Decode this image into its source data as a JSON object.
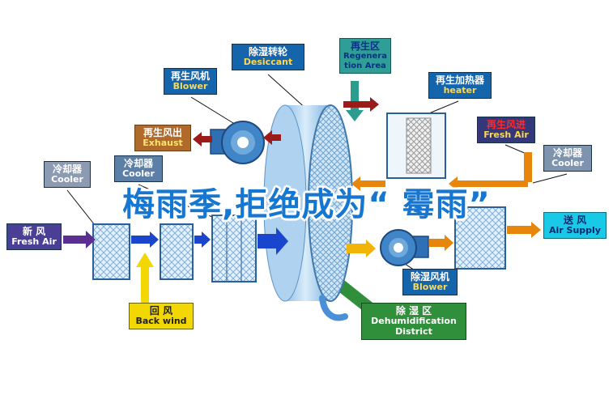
{
  "watermark": "梅雨季,拒绝成为“ 霉雨”",
  "labels": {
    "desiccant": {
      "zh": "除湿转轮",
      "en": "Desiccant"
    },
    "regen_area": {
      "zh": "再生区",
      "en": "Regeneration Area"
    },
    "regen_blower": {
      "zh": "再生风机",
      "en": "Blower"
    },
    "regen_heater": {
      "zh": "再生加热器",
      "en": "heater"
    },
    "exhaust": {
      "zh": "再生风出",
      "en": "Exhaust"
    },
    "cooler_mid_left": {
      "zh": "冷却器",
      "en": "Cooler"
    },
    "cooler_far_left": {
      "zh": "冷却器",
      "en": "Cooler"
    },
    "regen_fresh_air": {
      "zh": "再生风进",
      "en": "Fresh Air"
    },
    "cooler_right": {
      "zh": "冷却器",
      "en": "Cooler"
    },
    "fresh_air": {
      "zh": "新  风",
      "en": "Fresh Air"
    },
    "air_supply": {
      "zh": "送  风",
      "en": "Air Supply"
    },
    "back_wind": {
      "zh": "回    风",
      "en": "Back wind"
    },
    "dehumid_blower": {
      "zh": "除湿风机",
      "en": "Blower"
    },
    "dehumid_district": {
      "zh": "除  湿  区",
      "en": "Dehumidification District"
    }
  },
  "colors": {
    "label_blue": "#1565ad",
    "label_teal": "#2f9e96",
    "label_brown": "#b06a2a",
    "label_steel": "#5c7fa8",
    "label_gray": "#8c9ab2",
    "label_navy": "#34377a",
    "label_purple": "#4a3f94",
    "label_cyan": "#19c9e8",
    "label_yellow": "#f2d800",
    "label_green": "#2f8f3a",
    "arrow_purple": "#5b2e91",
    "arrow_blue": "#1946cc",
    "arrow_yellow": "#f2d800",
    "arrow_orange": "#e8860c",
    "arrow_darkred": "#9b1b1b",
    "arrow_teal": "#2a9d8f",
    "watermark_blue": "#1677d2"
  }
}
